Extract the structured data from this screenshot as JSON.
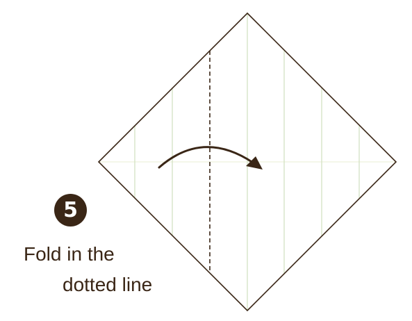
{
  "step": {
    "number": "5"
  },
  "instruction": {
    "line1": "Fold in the",
    "line2": "dotted line"
  },
  "colors": {
    "outline": "#3a2616",
    "crease": "#cfe0bf",
    "arrow": "#3a2616",
    "badge_bg": "#3a2616",
    "badge_text": "#ffffff",
    "text": "#3a2616"
  }
}
